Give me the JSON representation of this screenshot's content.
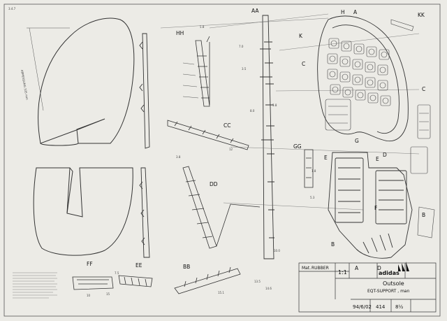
{
  "drawing": {
    "brand": "adidas",
    "material_label": "Mat.",
    "material": "RUBBER",
    "scale": "1:1",
    "title": "Outsole",
    "subtitle": "EQT-SUPPORT , man",
    "date_code": "94/6/02",
    "number": "414",
    "size": "8½",
    "corner_note": "3.4.7"
  },
  "sections": [
    "AA",
    "HH",
    "KK",
    "CC",
    "DD",
    "GG",
    "BB",
    "FF",
    "EE",
    "A",
    "B",
    "C",
    "D",
    "E",
    "F",
    "G",
    "H",
    "K"
  ],
  "dimensions": {
    "d1": "5.8",
    "d2": "7.0",
    "d3": "3.5",
    "d4": "13.5",
    "d5": "5.8",
    "d6": "8.0",
    "d7": "3.8",
    "d8": "12",
    "d9": "10.0",
    "d10": "15.1",
    "d11": "14.6",
    "d12": "7.5",
    "d13": "15",
    "d14": "10",
    "d15": "1.8",
    "d16": "5.3"
  }
}
